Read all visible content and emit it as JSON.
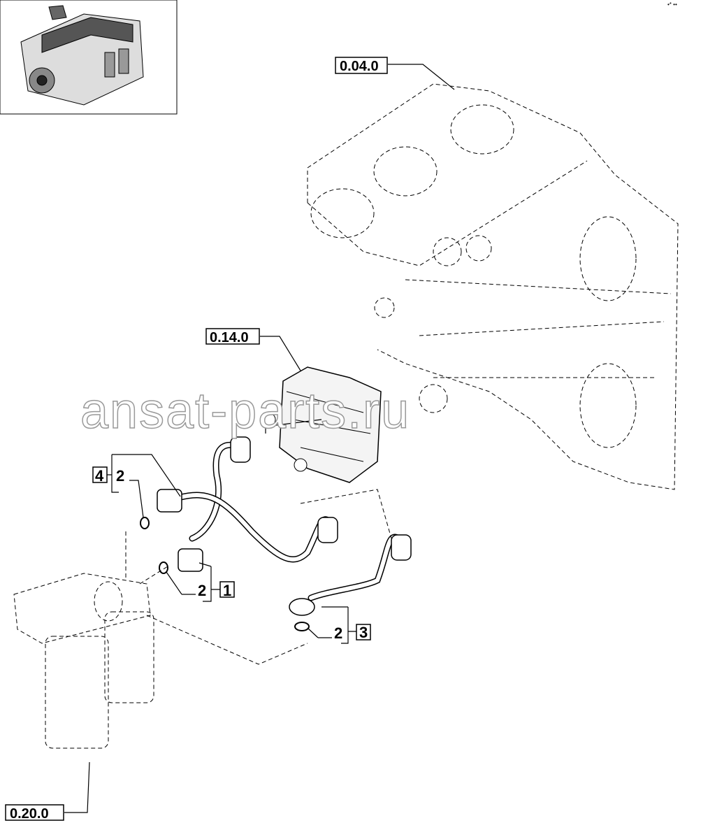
{
  "corner_mark": "•* ••",
  "references": {
    "block": "0.04.0",
    "pump": "0.14.0",
    "filter": "0.20.0"
  },
  "callouts": [
    {
      "qty": "4",
      "part": "2"
    },
    {
      "part": "2",
      "qty": "1"
    },
    {
      "part": "2",
      "qty": "3"
    }
  ],
  "watermark": "ansat-parts.ru",
  "thumbnail": "engine-overview-icon"
}
